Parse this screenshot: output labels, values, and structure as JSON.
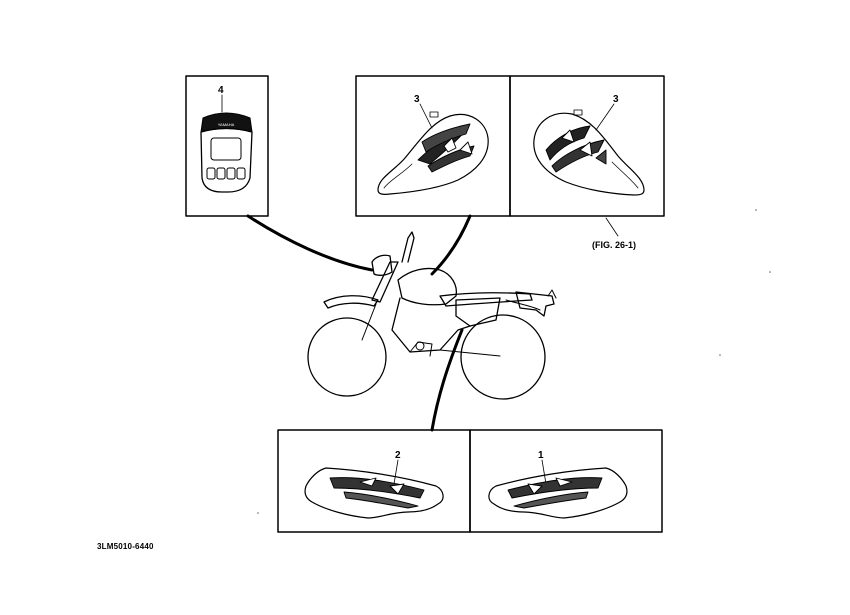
{
  "callouts": {
    "top_left_panel": "4",
    "top_middle_panel": "3",
    "top_right_panel": "3",
    "bottom_left_panel": "2",
    "bottom_right_panel": "1"
  },
  "figure_reference": "(FIG. 26-1)",
  "part_number": "3LM5010-6440",
  "colors": {
    "line": "#000000",
    "background": "#ffffff"
  }
}
